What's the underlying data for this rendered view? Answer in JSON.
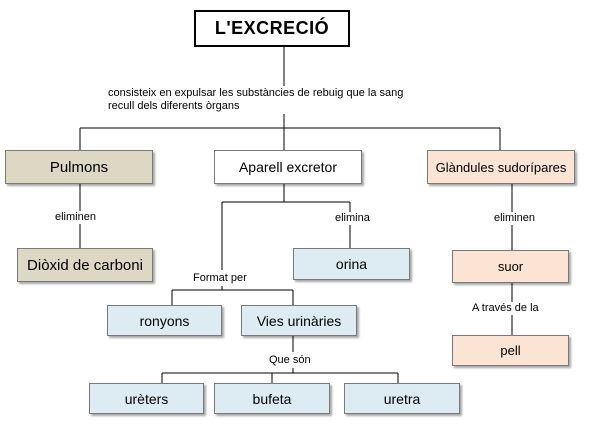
{
  "title": "L'EXCRECIÓ",
  "description": {
    "line1": "consisteix en expulsar les substàncies de rebuig que la sang",
    "line2": "recull dels diferents òrgans"
  },
  "branches": {
    "pulmons": {
      "label": "Pulmons",
      "connector": "eliminen",
      "product": "Diòxid de carboni"
    },
    "aparell": {
      "label": "Aparell excretor",
      "connector_elimina": "elimina",
      "product": "orina",
      "connector_format": "Format per",
      "ronyons": "ronyons",
      "vies": "Vies urinàries",
      "connector_que_son": "Que són",
      "urèters": "urèters",
      "bufeta": "bufeta",
      "uretra": "uretra"
    },
    "glandules": {
      "label": "Glàndules sudorípares",
      "connector": "eliminen",
      "product": "suor",
      "connector_via": "A través de la",
      "organ": "pell"
    }
  },
  "colors": {
    "lungs_fill": "#ddd8c3",
    "glands_fill": "#fce4d4",
    "excretory_fill": "#dcecf2",
    "line": "#000000"
  }
}
